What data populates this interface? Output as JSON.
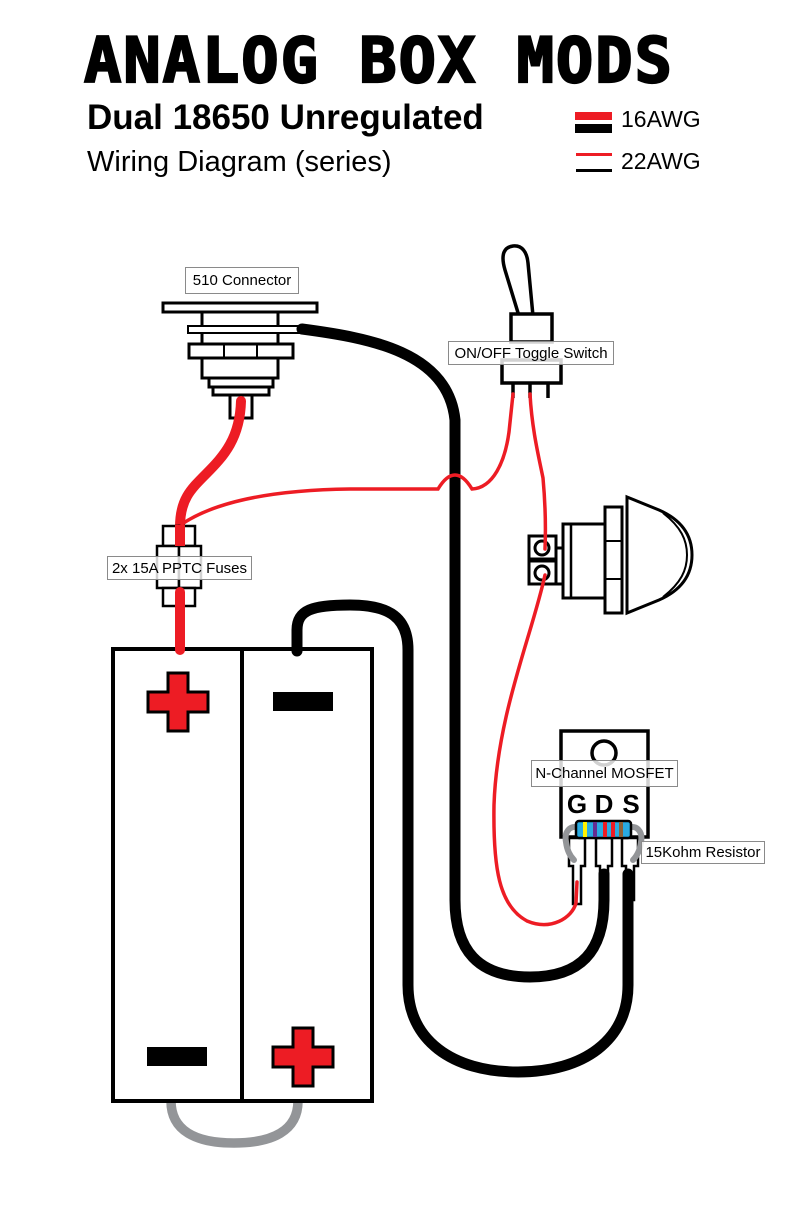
{
  "header": {
    "brand": "ANALOG BOX MODS",
    "title": "Dual 18650 Unregulated",
    "subtitle": "Wiring Diagram (series)"
  },
  "legend": {
    "items": [
      {
        "label": "16AWG",
        "wire": "thick"
      },
      {
        "label": "22AWG",
        "wire": "thin"
      }
    ]
  },
  "labels": {
    "connector": "510 Connector",
    "toggle": "ON/OFF Toggle Switch",
    "fuses": "2x 15A PPTC Fuses",
    "mosfet": "N-Channel MOSFET",
    "resistor": "15Kohm Resistor"
  },
  "mosfet": {
    "pins": [
      "G",
      "D",
      "S"
    ]
  },
  "battery": {
    "left_cell_top": "+",
    "right_cell_top": "−",
    "left_cell_bottom": "−",
    "right_cell_bottom": "+"
  },
  "colors": {
    "wire_red": "#ED1C24",
    "wire_black": "#000000",
    "link_gray": "#939598",
    "resistor_body": "#29ABE2"
  }
}
